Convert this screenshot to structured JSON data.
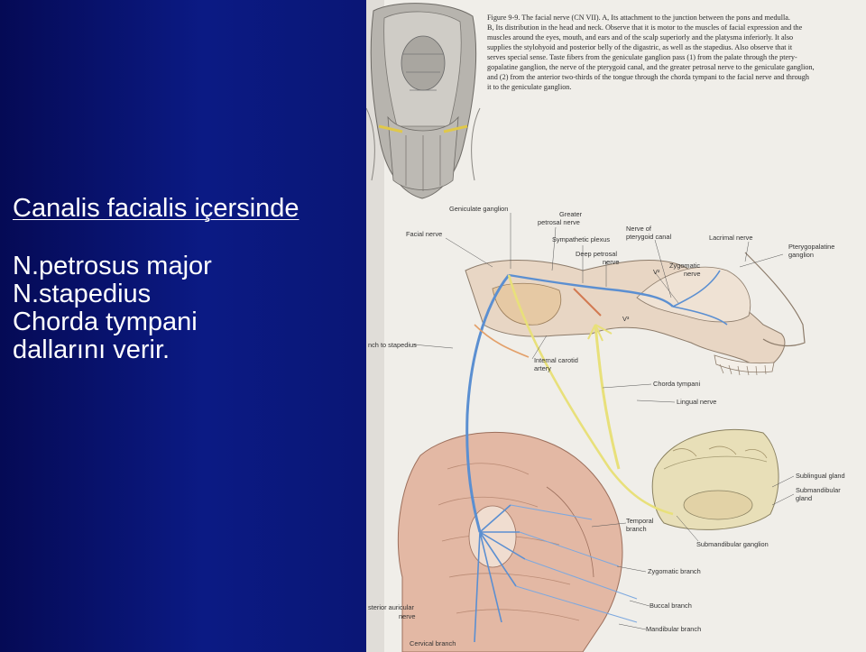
{
  "slide": {
    "title": "Canalis facialis içersinde",
    "body_lines": [
      "N.petrosus major",
      "N.stapedius",
      "Chorda tympani",
      "dallarını verir."
    ]
  },
  "figure": {
    "caption_lines": [
      "Figure 9-9.  The facial nerve (CN VII). A, Its attachment to the junction between the pons and medulla.",
      "B, Its distribution in the head and neck. Observe that it is motor to the muscles of facial expression and the",
      "muscles around the eyes, mouth, and ears and of the scalp superiorly and the platysma inferiorly. It also",
      "supplies the stylohyoid and posterior belly of the digastric, as well as the stapedius. Also observe that it",
      "serves special sense. Taste fibers from the geniculate ganglion pass (1) from the palate through the ptery-",
      "gopalatine ganglion, the nerve of the pterygoid canal, and the greater petrosal nerve to the geniculate ganglion,",
      "and (2) from the anterior two-thirds of the tongue through the chorda tympani to the facial nerve and through",
      "it to the geniculate ganglion."
    ],
    "labels": {
      "geniculate_ganglion": "Geniculate ganglion",
      "greater_petrosal_1": "Greater",
      "greater_petrosal_2": "petrosal nerve",
      "facial_nerve": "Facial nerve",
      "sympathetic_plexus": "Sympathetic plexus",
      "nerve_pterygoid_1": "Nerve of",
      "nerve_pterygoid_2": "pterygoid canal",
      "lacrimal_nerve": "Lacrimal nerve",
      "pterygopalatine_1": "Pterygopalatine",
      "pterygopalatine_2": "ganglion",
      "deep_petrosal_1": "Deep petrosal",
      "deep_petrosal_2": "nerve",
      "zygomatic_nerve_1": "Zygomatic",
      "zygomatic_nerve_2": "nerve",
      "v2": "V²",
      "v3": "V³",
      "to_stapedius": "nch to stapedius",
      "internal_carotid_1": "Internal carotid",
      "internal_carotid_2": "artery",
      "chorda_tympani": "Chorda tympani",
      "lingual_nerve": "Lingual nerve",
      "sublingual_gland": "Sublingual gland",
      "submandibular_gland_1": "Submandibular",
      "submandibular_gland_2": "gland",
      "temporal_branch_1": "Temporal",
      "temporal_branch_2": "branch",
      "submandibular_ganglion": "Submandibular ganglion",
      "zygomatic_branch": "Zygomatic branch",
      "posterior_auricular_1": "sterior auricular",
      "posterior_auricular_2": "nerve",
      "buccal_branch": "Buccal branch",
      "mandibular_branch": "Mandibular branch",
      "cervical_branch": "Cervical branch"
    }
  }
}
